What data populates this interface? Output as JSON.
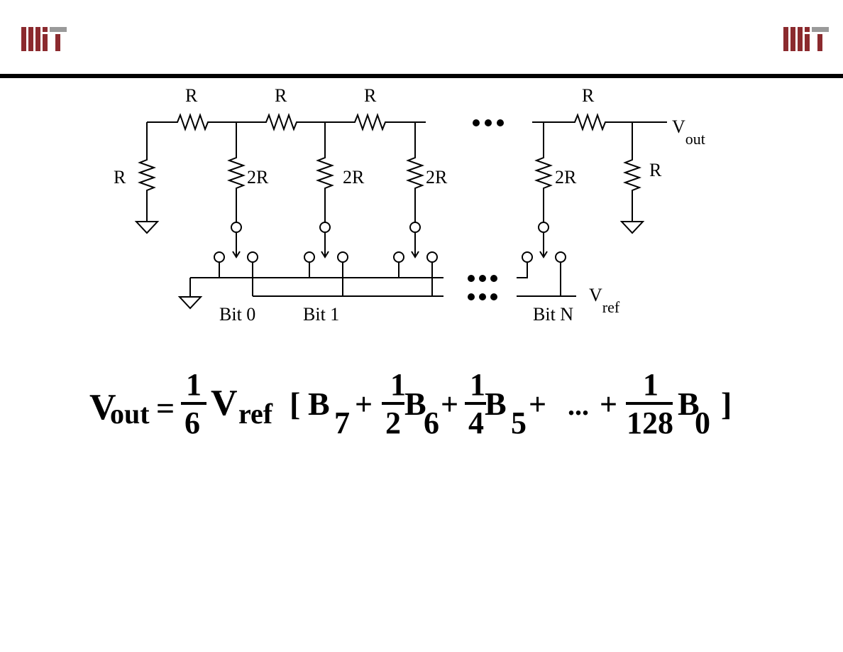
{
  "logo": {
    "text": "MIT",
    "color": "#8b2a2e",
    "gray": "#9a9a9a"
  },
  "circuit": {
    "series_resistors": [
      "R",
      "R",
      "R",
      "R"
    ],
    "terminating_resistor": "R",
    "output_resistor": "R",
    "leg_resistors": [
      "2R",
      "2R",
      "2R",
      "2R"
    ],
    "ellipsis": "•••",
    "vout": {
      "main": "V",
      "sub": "out"
    },
    "vref": {
      "main": "V",
      "sub": "ref"
    },
    "bits": [
      "Bit 0",
      "Bit 1",
      "Bit N"
    ]
  },
  "equation": {
    "lhs_v": "V",
    "lhs_sub": "out",
    "equals": "=",
    "frac1_num": "1",
    "frac1_den": "6",
    "vref_v": "V",
    "vref_sub": "ref",
    "lbracket": "[",
    "b7": "B",
    "b7_sub": "7",
    "plus1": "+",
    "frac2_num": "1",
    "frac2_den": "2",
    "b6": "B",
    "b6_sub": "6",
    "plus2": "+",
    "frac3_num": "1",
    "frac3_den": "4",
    "b5": "B",
    "b5_sub": "5",
    "plus3": "+",
    "dots": "...",
    "plus4": "+",
    "frac4_num": "1",
    "frac4_den": "128",
    "b0": "B",
    "b0_sub": "0",
    "rbracket": "]"
  }
}
